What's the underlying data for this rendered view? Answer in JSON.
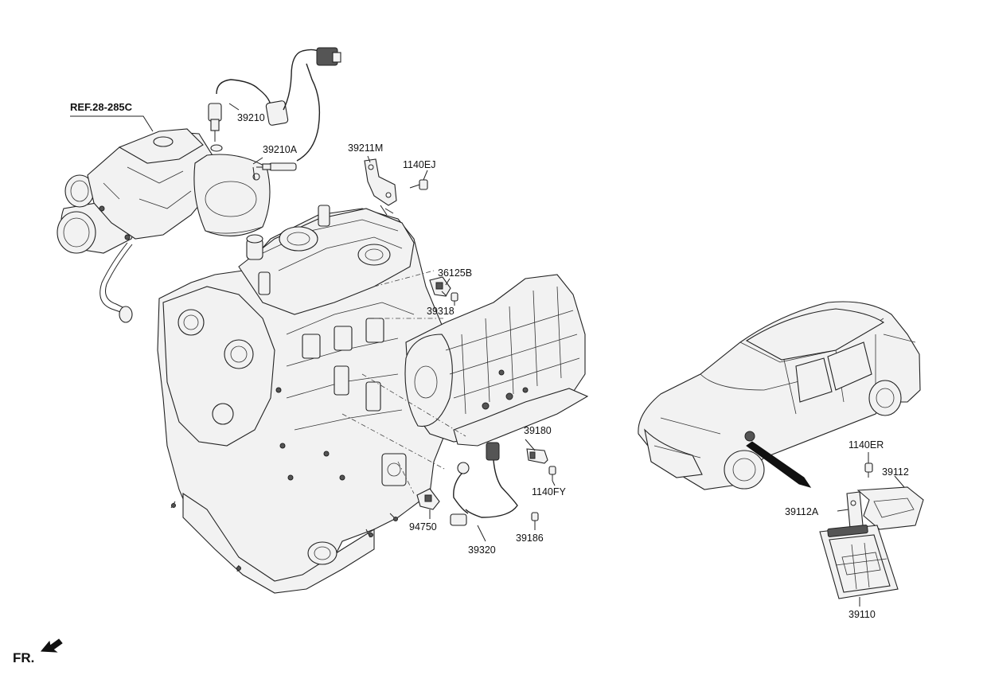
{
  "diagram": {
    "reference_label": "REF.28-285C",
    "orientation_label": "FR.",
    "part_labels": {
      "p39210": "39210",
      "p39210A": "39210A",
      "p39211M": "39211M",
      "p1140EJ": "1140EJ",
      "p36125B": "36125B",
      "p39318": "39318",
      "p39180": "39180",
      "p1140FY": "1140FY",
      "p94750": "94750",
      "p39320": "39320",
      "p39186": "39186",
      "p1140ER": "1140ER",
      "p39112": "39112",
      "p39112A": "39112A",
      "p39110": "39110"
    }
  }
}
